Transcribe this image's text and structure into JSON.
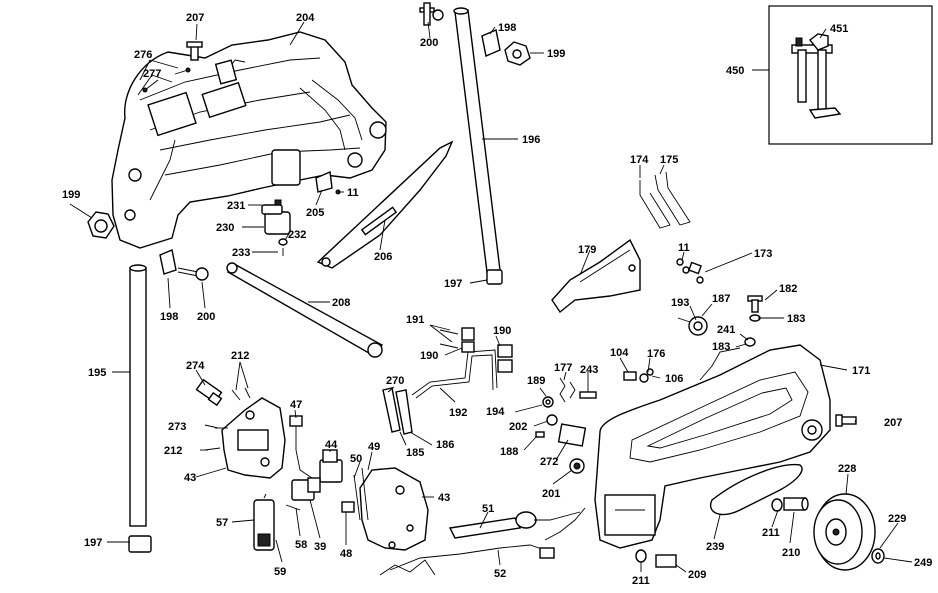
{
  "labels": {
    "207a": "207",
    "204": "204",
    "276": "276",
    "277": "277",
    "199a": "199",
    "231": "231",
    "230": "230",
    "232": "232",
    "233": "233",
    "205": "205",
    "11a": "11",
    "206": "206",
    "200a": "200",
    "198a": "198",
    "199b": "199",
    "196": "196",
    "197a": "197",
    "208": "208",
    "198b": "198",
    "200b": "200",
    "195": "195",
    "174": "174",
    "175": "175",
    "179": "179",
    "11b": "11",
    "173": "173",
    "182": "182",
    "183a": "183",
    "187": "187",
    "193": "193",
    "241": "241",
    "183b": "183",
    "171": "171",
    "104": "104",
    "176": "176",
    "106": "106",
    "207b": "207",
    "191": "191",
    "190a": "190",
    "190b": "190",
    "177": "177",
    "243": "243",
    "189": "189",
    "194": "194",
    "202": "202",
    "188": "188",
    "272": "272",
    "201": "201",
    "270": "270",
    "192": "192",
    "186": "186",
    "185": "185",
    "274": "274",
    "212a": "212",
    "273": "273",
    "212b": "212",
    "43a": "43",
    "47": "47",
    "44": "44",
    "49": "49",
    "50": "50",
    "43b": "43",
    "57": "57",
    "58": "58",
    "59": "59",
    "39": "39",
    "48": "48",
    "51": "51",
    "52": "52",
    "197b": "197",
    "228": "228",
    "229": "229",
    "249": "249",
    "211a": "211",
    "210": "210",
    "211b": "211",
    "209": "209",
    "239": "239",
    "450": "450",
    "451": "451"
  },
  "icons": [
    "bolt-icon",
    "knob-icon",
    "clip-icon",
    "spring-icon",
    "wheel-icon",
    "washer-icon"
  ]
}
